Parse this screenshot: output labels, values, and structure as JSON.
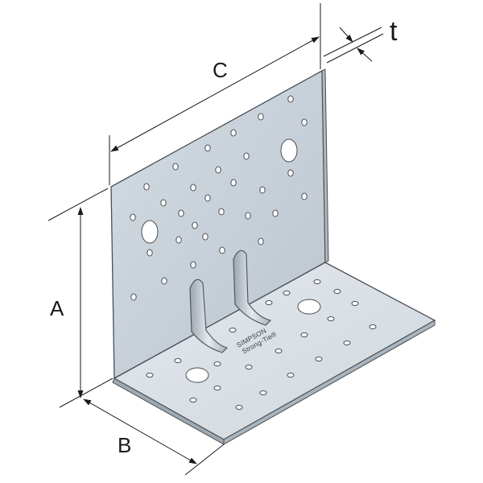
{
  "dimensions": {
    "a": "A",
    "b": "B",
    "c": "C",
    "t": "t"
  },
  "brand": {
    "line1": "SIMPSON",
    "line2": "Strong-Tie®"
  },
  "colors": {
    "plate_vertical": "#c9d2da",
    "plate_horizontal": "#dbe2e8",
    "edge": "#4a4f55",
    "hole": "#ffffff",
    "dimension_line": "#1a1a1a"
  }
}
